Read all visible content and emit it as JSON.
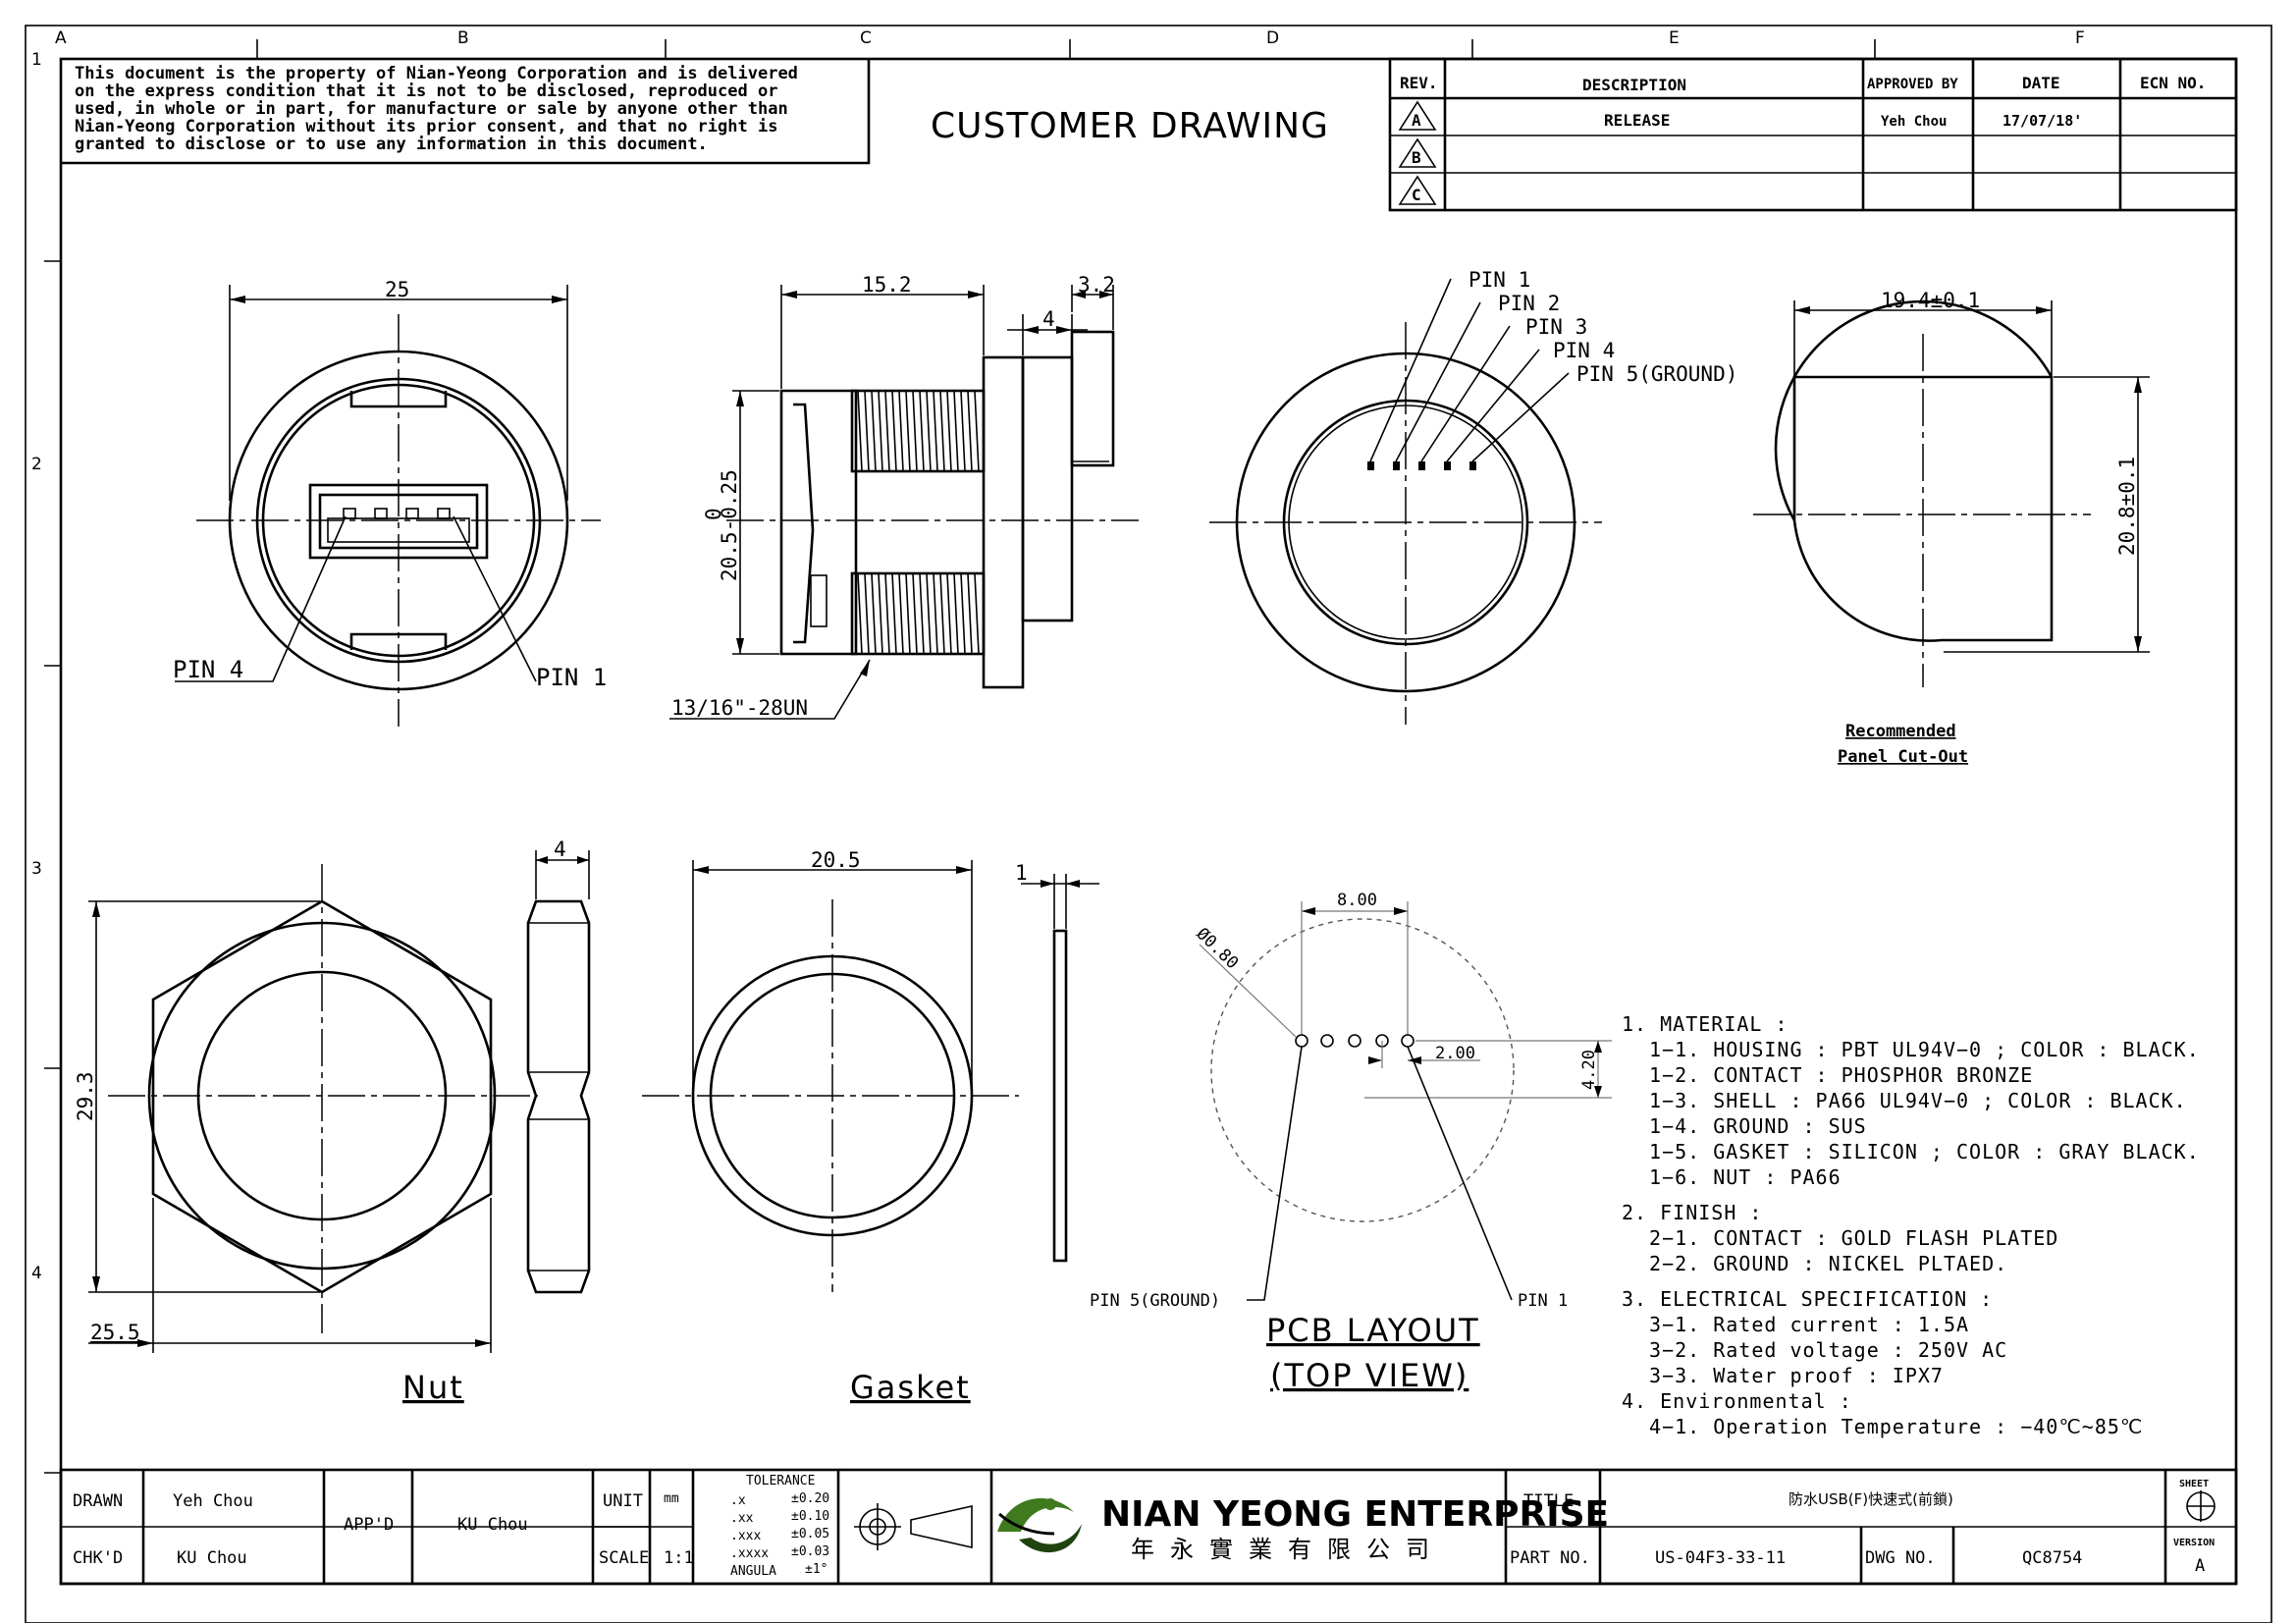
{
  "grid": {
    "columns": [
      "A",
      "B",
      "C",
      "D",
      "E",
      "F"
    ],
    "rows": [
      "1",
      "2",
      "3",
      "4"
    ]
  },
  "notice": [
    "This document is the property of Nian-Yeong Corporation and is delivered",
    "on   the   express condition that it is not to be disclosed, reproduced or",
    "used, in whole or in part, for manufacture or sale by anyone other than",
    "Nian-Yeong Corporation without  its prior consent, and that  no right  is",
    "granted to disclose or to use any information in this   document."
  ],
  "heading": "CUSTOMER  DRAWING",
  "revision_table": {
    "headers": {
      "rev": "REV.",
      "description": "DESCRIPTION",
      "approved": "APPROVED BY",
      "date": "DATE",
      "ecn": "ECN NO."
    },
    "rows": [
      {
        "rev": "A",
        "description": "RELEASE",
        "approved": "Yeh Chou",
        "date": "17/07/18'",
        "ecn": ""
      },
      {
        "rev": "B",
        "description": "",
        "approved": "",
        "date": "",
        "ecn": ""
      },
      {
        "rev": "C",
        "description": "",
        "approved": "",
        "date": "",
        "ecn": ""
      }
    ]
  },
  "front_view": {
    "dim_width": "25",
    "pin_left": "PIN  4",
    "pin_right": "PIN  1"
  },
  "side_view": {
    "dim_length": "15.2",
    "dim_flange": "4",
    "dim_rear": "3.2",
    "dim_dia_top": "0",
    "dim_dia": "20.5-0.25",
    "thread": "13/16\"-28UN"
  },
  "rear_view": {
    "pins": [
      "PIN 1",
      "PIN 2",
      "PIN 3",
      "PIN 4",
      "PIN 5(GROUND)"
    ]
  },
  "cutout": {
    "dim_width": "19.4±0.1",
    "dim_height": "20.8±0.1",
    "caption_1": "Recommended",
    "caption_2": "Panel Cut-Out"
  },
  "nut": {
    "dim_height": "29.3",
    "dim_flat": "25.5",
    "dim_thickness": "4",
    "label": "Nut"
  },
  "gasket": {
    "dim_dia": "20.5",
    "dim_thickness": "1",
    "label": "Gasket"
  },
  "pcb": {
    "dim_span": "8.00",
    "dim_hole": "Ø0.80",
    "dim_pitch": "2.00",
    "dim_offset": "4.20",
    "pin_left": "PIN 5(GROUND)",
    "pin_right": "PIN 1",
    "label_1": "PCB LAYOUT",
    "label_2": "(TOP  VIEW)"
  },
  "notes": [
    "1.  MATERIAL :",
    "1−1.  HOUSING : PBT UL94V−0 ; COLOR : BLACK.",
    "1−2.  CONTACT : PHOSPHOR BRONZE",
    "1−3.  SHELL : PA66 UL94V−0 ; COLOR : BLACK.",
    "1−4.  GROUND : SUS",
    "1−5.  GASKET : SILICON ; COLOR : GRAY BLACK.",
    "1−6.  NUT : PA66",
    "2.  FINISH :",
    "2−1.  CONTACT : GOLD FLASH PLATED",
    "2−2.  GROUND : NICKEL PLTAED.",
    "3.  ELECTRICAL  SPECIFICATION :",
    "3−1.  Rated  current : 1.5A",
    "3−2.  Rated  voltage : 250V AC",
    "3−3.  Water  proof : IPX7",
    "4.  Environmental :",
    "4−1.  Operation  Temperature : −40℃~85℃"
  ],
  "title_block": {
    "drawn_label": "DRAWN",
    "drawn": "Yeh Chou",
    "checked_label": "CHK'D",
    "checked": "KU Chou",
    "approved_label": "APP'D",
    "approved": "KU Chou",
    "unit_label": "UNIT",
    "unit": "mm",
    "scale_label": "SCALE",
    "scale": "1:1",
    "tolerance_title": "TOLERANCE",
    "tolerances": [
      {
        "k": ".x",
        "v": "±0.20"
      },
      {
        "k": ".xx",
        "v": "±0.10"
      },
      {
        "k": ".xxx",
        "v": "±0.05"
      },
      {
        "k": ".xxxx",
        "v": "±0.03"
      },
      {
        "k": "ANGULA",
        "v": "±1°"
      }
    ],
    "company": "NIAN YEONG ENTERPRISE",
    "company_cn": "年永實業有限公司",
    "title_label": "TITLE",
    "title": "防水USB(F)快速式(前鎖)",
    "part_label": "PART NO.",
    "part_no": "US-04F3-33-11",
    "dwg_label": "DWG NO.",
    "dwg_no": "QC8754",
    "sheet_label": "SHEET",
    "version_label": "VERSION",
    "version": "A"
  },
  "colors": {
    "ink": "#000000",
    "logo_green": "#3f7a1e",
    "logo_dark": "#1f4410"
  }
}
